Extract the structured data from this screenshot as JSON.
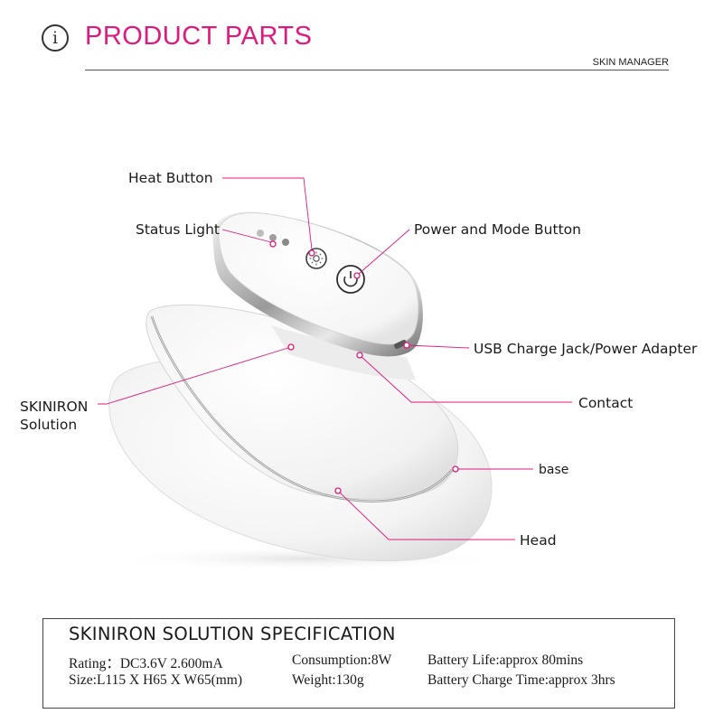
{
  "header": {
    "title": "PRODUCT PARTS",
    "subtitle": "SKIN MANAGER",
    "info_icon_glyph": "i"
  },
  "callouts": {
    "heat_button": "Heat Button",
    "status_light": "Status Light",
    "power_mode_button": "Power and Mode Button",
    "usb_jack": "USB Charge Jack/Power Adapter",
    "skiniron_solution_line1": "SKINIRON",
    "skiniron_solution_line2": "Solution",
    "contact": "Contact",
    "base": "base",
    "head": "Head"
  },
  "specification": {
    "title": "SKINIRON SOLUTION SPECIFICATION",
    "rows": [
      [
        "Rating：DC3.6V 2.600mA",
        "Consumption:8W",
        "Battery Life:approx 80mins"
      ],
      [
        "Size:L115 X H65 X W65(mm)",
        "Weight:130g",
        "Battery Charge Time:approx 3hrs"
      ]
    ]
  },
  "colors": {
    "accent": "#e0197d",
    "leader_line": "#e0197d",
    "text": "#1a1a1a"
  }
}
